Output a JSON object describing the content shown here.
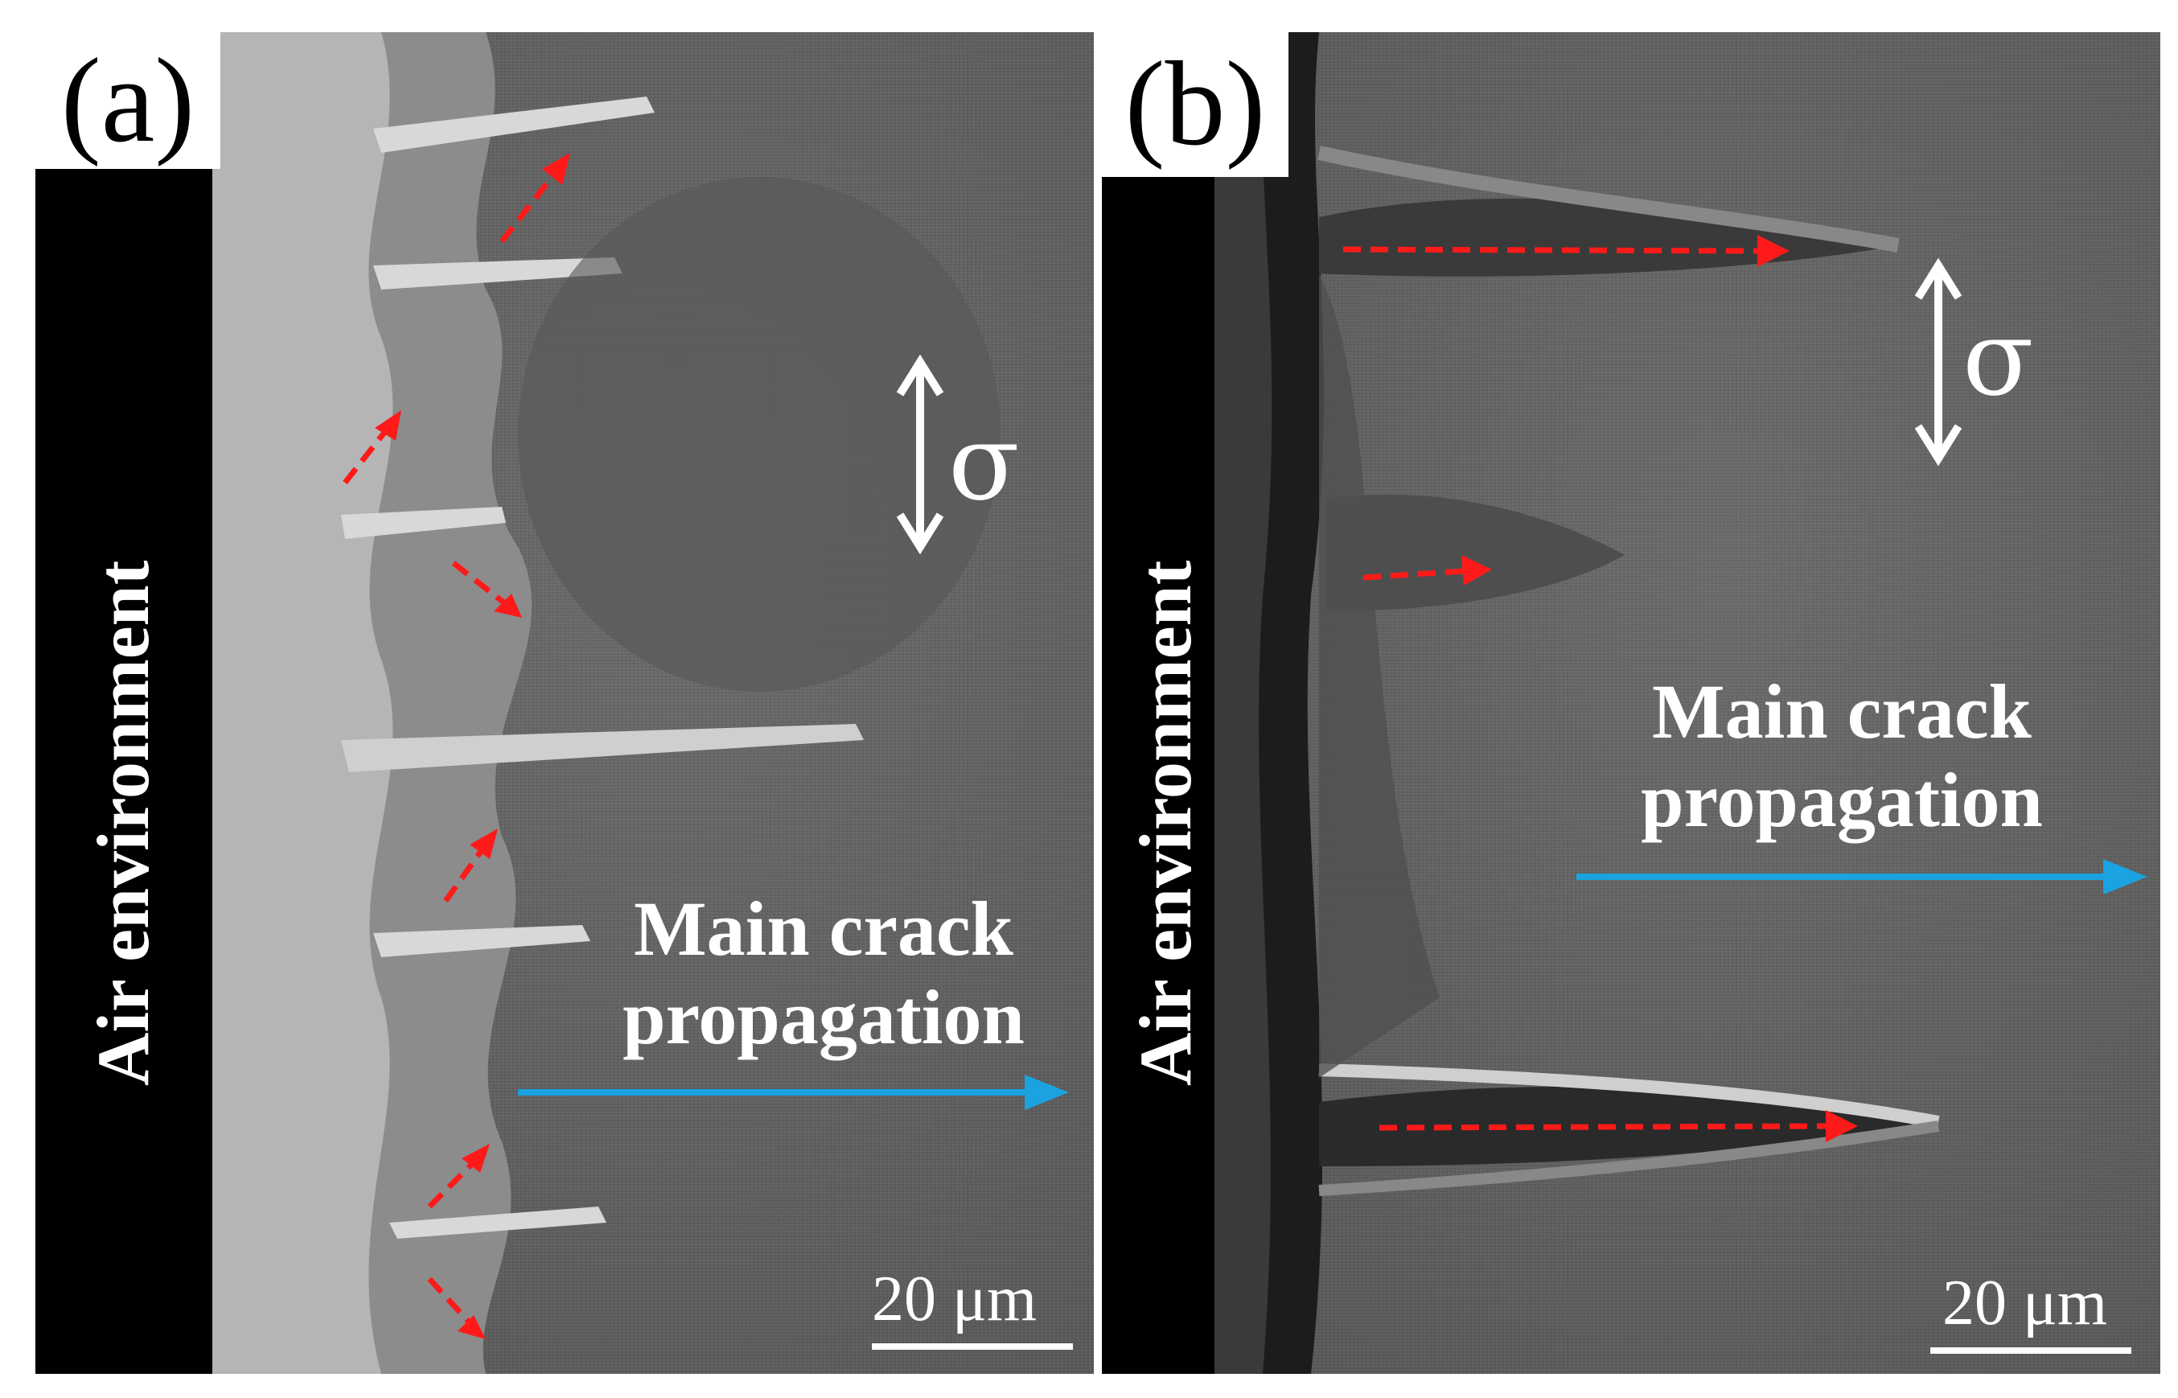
{
  "figure": {
    "panels": [
      {
        "label": "(a)",
        "side_label": "Air environment",
        "main_label_line1": "Main crack",
        "main_label_line2": "propagation",
        "stress_symbol": "σ",
        "scale_bar": "20 μm"
      },
      {
        "label": "(b)",
        "side_label": "Air environment",
        "main_label_line1": "Main crack",
        "main_label_line2": "propagation",
        "stress_symbol": "σ",
        "scale_bar": "20 μm"
      }
    ],
    "colors": {
      "background_sem": "#5e5e5e",
      "side_bar": "#000000",
      "main_arrow": "#1aa3e0",
      "branch_arrow": "#ff1a1a",
      "stress_arrow": "#ffffff"
    }
  }
}
